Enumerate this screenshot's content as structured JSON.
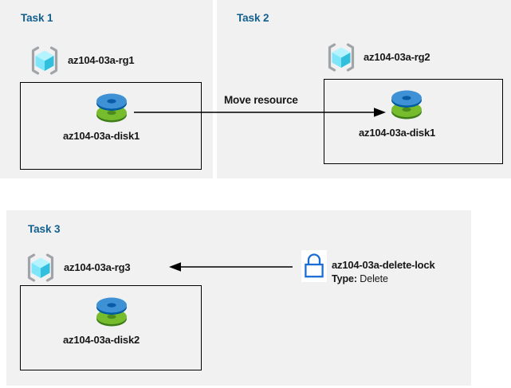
{
  "diagram": {
    "background_color": "#ffffff",
    "panel_color": "#f1f1f1",
    "title_color": "#13608f",
    "text_color": "#171717",
    "border_color": "#000000",
    "accent_cyan": "#50e6ff",
    "accent_blue": "#0078d4",
    "accent_green": "#5e9624"
  },
  "tasks": [
    {
      "title": "Task 1",
      "resource_group": {
        "icon": "resource-group-icon",
        "label": "az104-03a-rg1"
      },
      "resource": {
        "icon": "managed-disk-icon",
        "label": "az104-03a-disk1"
      }
    },
    {
      "title": "Task 2",
      "resource_group": {
        "icon": "resource-group-icon",
        "label": "az104-03a-rg2"
      },
      "resource": {
        "icon": "managed-disk-icon",
        "label": "az104-03a-disk1"
      }
    },
    {
      "title": "Task 3",
      "resource_group": {
        "icon": "resource-group-icon",
        "label": "az104-03a-rg3"
      },
      "resource": {
        "icon": "managed-disk-icon",
        "label": "az104-03a-disk2"
      },
      "lock": {
        "icon": "padlock-icon",
        "label": "az104-03a-delete-lock",
        "type_key": "Type:",
        "type_value": "Delete"
      }
    }
  ],
  "connectors": [
    {
      "name": "move-resource-arrow",
      "label": "Move resource",
      "direction": "right"
    },
    {
      "name": "delete-lock-arrow",
      "label": "",
      "direction": "left"
    }
  ]
}
